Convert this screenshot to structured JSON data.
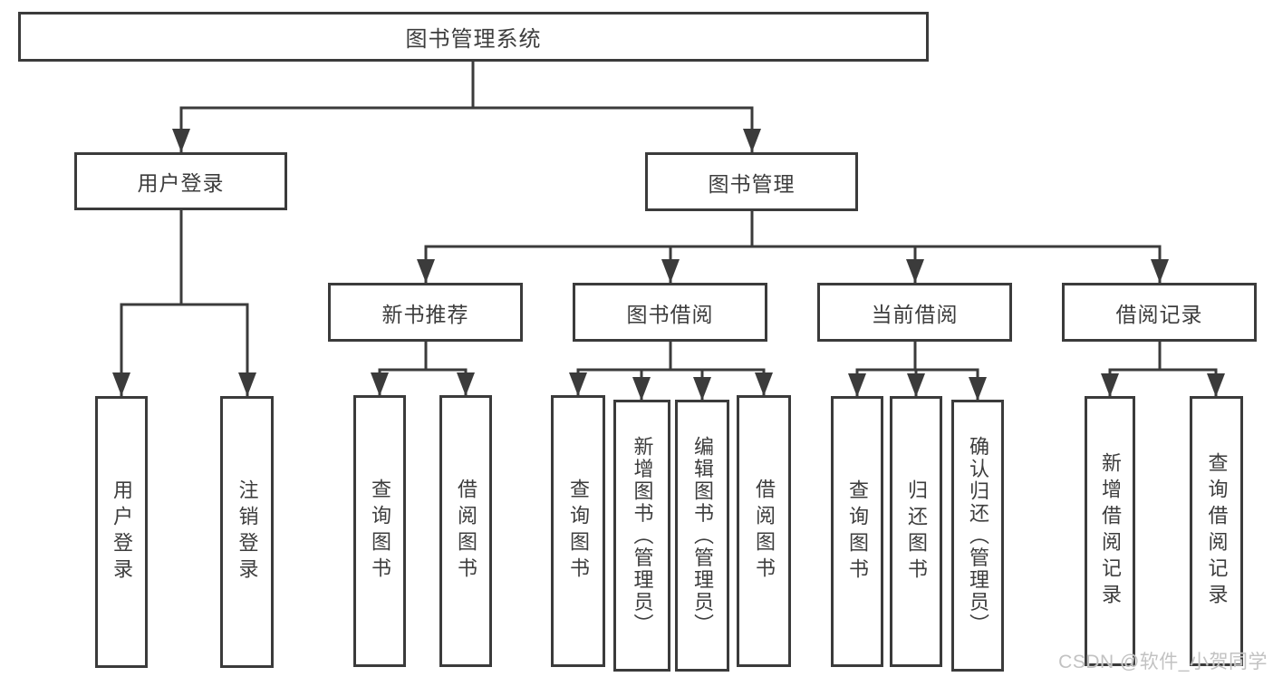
{
  "diagram": {
    "root": {
      "label": "图书管理系统"
    },
    "level2": [
      {
        "label": "用户登录"
      },
      {
        "label": "图书管理"
      }
    ],
    "level3": [
      {
        "label": "新书推荐"
      },
      {
        "label": "图书借阅"
      },
      {
        "label": "当前借阅"
      },
      {
        "label": "借阅记录"
      }
    ],
    "leaves": {
      "user_login": [
        {
          "label": "用户登录"
        },
        {
          "label": "注销登录"
        }
      ],
      "new_books": [
        {
          "label": "查询图书"
        },
        {
          "label": "借阅图书"
        }
      ],
      "book_borrow": [
        {
          "label": "查询图书"
        },
        {
          "label": "新增图书（管理员）"
        },
        {
          "label": "编辑图书（管理员）"
        },
        {
          "label": "借阅图书"
        }
      ],
      "current_borrow": [
        {
          "label": "查询图书"
        },
        {
          "label": "归还图书"
        },
        {
          "label": "确认归还（管理员）"
        }
      ],
      "borrow_records": [
        {
          "label": "新增借阅记录"
        },
        {
          "label": "查询借阅记录"
        }
      ]
    },
    "colors": {
      "line": "#3b3b3b",
      "text": "#3d3d3d",
      "box_fill": "#ffffff"
    }
  },
  "watermark": {
    "text": "CSDN @软件_小贺同学",
    "color": "#c2c2c2"
  }
}
